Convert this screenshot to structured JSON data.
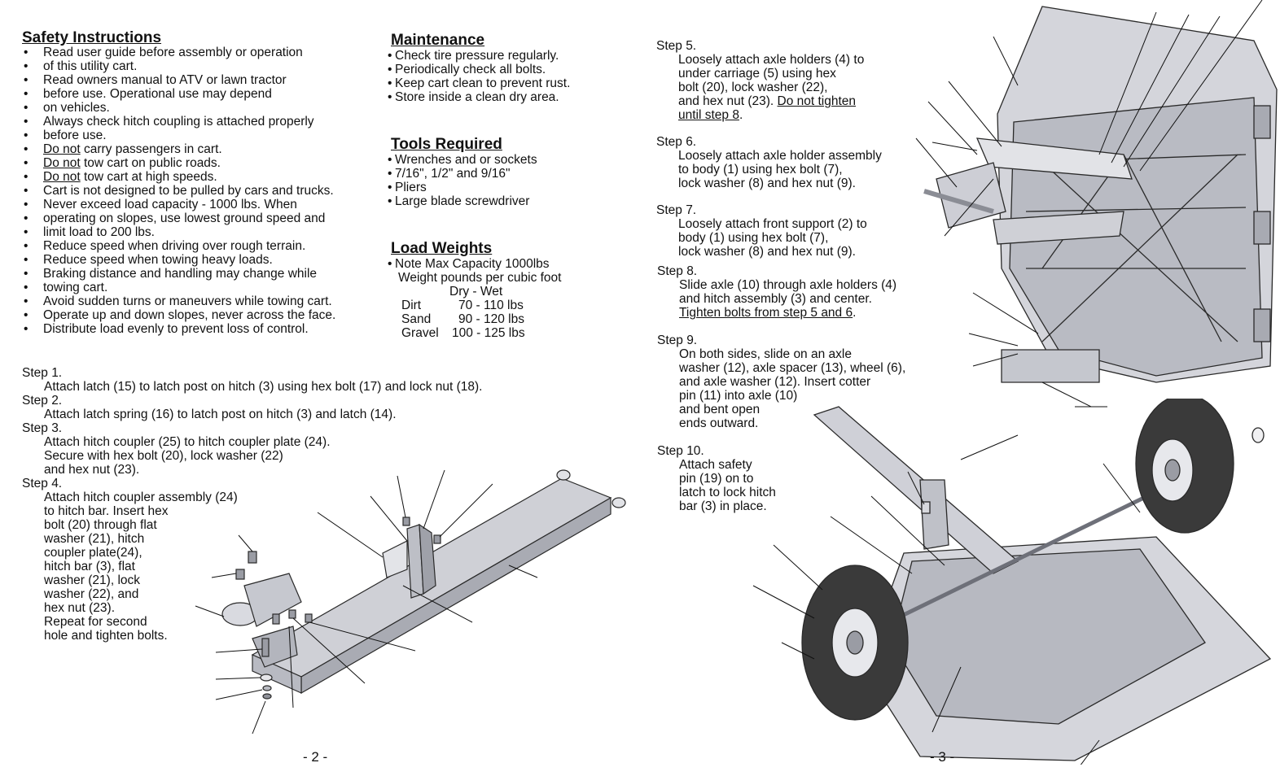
{
  "left_page": {
    "safety": {
      "title": "Safety Instructions",
      "items": [
        "Read user guide before assembly or operation",
        "of this utility cart.",
        "Read owners manual to ATV or lawn tractor",
        "before use. Operational use may depend",
        "on vehicles.",
        "Always check hitch coupling is attached properly",
        "before use.",
        "carry passengers in cart.",
        "tow cart on public roads.",
        "tow cart at high speeds.",
        "Cart is not designed to be pulled by cars and trucks.",
        "Never exceed load capacity - 1000 lbs. When",
        "operating on slopes, use lowest ground speed and",
        "limit load to 200 lbs.",
        "Reduce speed when driving over rough terrain.",
        "Reduce speed when towing heavy loads.",
        "Braking distance and handling may change while",
        "towing cart.",
        "Avoid sudden turns or maneuvers while towing cart.",
        "Operate up and down slopes, never across the face.",
        "Distribute load evenly to prevent loss of control."
      ],
      "do_not": "Do not"
    },
    "maintenance": {
      "title": "Maintenance",
      "items": [
        "Check tire pressure regularly.",
        "Periodically check all bolts.",
        "Keep cart clean to prevent rust.",
        "Store inside a clean dry area."
      ]
    },
    "tools": {
      "title": "Tools Required",
      "items": [
        "Wrenches and or sockets",
        "7/16\", 1/2\" and 9/16\"",
        "Pliers",
        "Large blade screwdriver"
      ]
    },
    "load_weights": {
      "title": "Load Weights",
      "note": "Note Max Capacity 1000lbs",
      "subtitle": "Weight pounds per cubic foot",
      "header": "Dry - Wet",
      "rows": [
        {
          "material": "Dirt",
          "value": "70 - 110 lbs"
        },
        {
          "material": "Sand",
          "value": "90 - 120 lbs"
        },
        {
          "material": "Gravel",
          "value": "100 - 125 lbs"
        }
      ]
    },
    "steps": {
      "s1_label": "Step 1.",
      "s1_text": "Attach latch (15) to latch post on hitch (3) using hex bolt (17) and lock nut (18).",
      "s2_label": "Step 2.",
      "s2_text": "Attach latch spring (16) to latch post on hitch (3) and latch (14).",
      "s3_label": "Step 3.",
      "s3_lines": [
        "Attach hitch coupler (25) to hitch coupler plate (24).",
        "Secure with hex bolt (20), lock washer (22)",
        "and hex nut (23)."
      ],
      "s4_label": "Step 4.",
      "s4_lines": [
        "Attach hitch coupler assembly (24)",
        "to hitch bar. Insert hex",
        "bolt (20) through flat",
        "washer (21), hitch",
        "coupler plate(24),",
        "hitch bar (3), flat",
        "washer (21), lock",
        "washer (22), and",
        "hex nut (23).",
        "Repeat for second",
        "hole and tighten bolts."
      ]
    },
    "page_number": "- 2 -"
  },
  "right_page": {
    "steps": {
      "s5_label": "Step 5.",
      "s5_lines": [
        "Loosely attach axle holders (4) to",
        "under carriage (5) using hex",
        "bolt (20), lock washer (22),"
      ],
      "s5_last_plain": "and hex nut (23). ",
      "s5_underline_a": "Do not tighten",
      "s5_underline_b": "until step 8",
      "s5_end": ".",
      "s6_label": "Step 6.",
      "s6_lines": [
        "Loosely attach axle holder assembly",
        "to body (1) using hex bolt (7),",
        "lock washer (8) and hex nut (9)."
      ],
      "s7_label": "Step 7.",
      "s7_lines": [
        "Loosely attach front support (2) to",
        "body (1) using  hex bolt (7),",
        "lock washer (8) and hex nut (9)."
      ],
      "s8_label": "Step 8.",
      "s8_lines": [
        "Slide axle (10) through axle holders (4)",
        "and hitch assembly (3) and center."
      ],
      "s8_underline": "Tighten bolts from step 5 and 6",
      "s8_end": ".",
      "s9_label": "Step 9.",
      "s9_lines": [
        "On both sides, slide on an axle",
        "washer (12), axle spacer (13), wheel (6),",
        "and axle washer (12). Insert cotter",
        "pin (11) into axle (10)",
        "and bent open",
        "ends outward."
      ],
      "s10_label": "Step 10.",
      "s10_lines": [
        "Attach safety",
        "pin (19) on to",
        "latch to lock hitch",
        "bar (3) in place."
      ]
    },
    "page_number": "- 3 -"
  }
}
